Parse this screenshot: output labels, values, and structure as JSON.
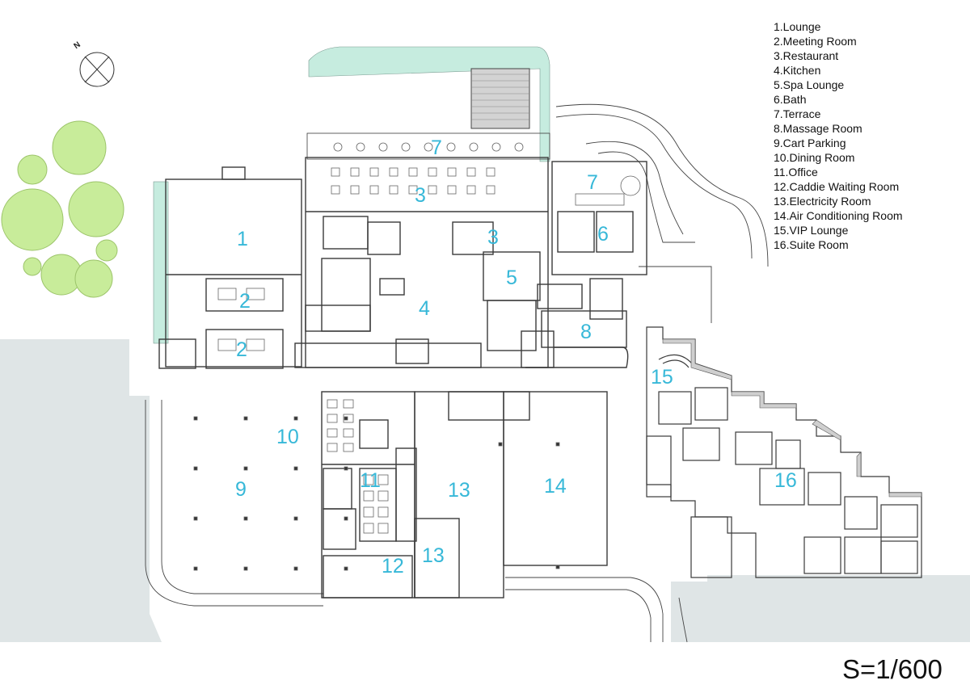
{
  "legend": [
    "1.Lounge",
    "2.Meeting Room",
    "3.Restaurant",
    "4.Kitchen",
    "5.Spa Lounge",
    "6.Bath",
    "7.Terrace",
    "8.Massage Room",
    "9.Cart Parking",
    "10.Dining Room",
    "11.Office",
    "12.Caddie Waiting Room",
    "13.Electricity Room",
    "14.Air Conditioning Room",
    "15.VIP Lounge",
    "16.Suite Room"
  ],
  "scale": "S=1/600",
  "north_label": "N",
  "room_labels": [
    "1",
    "2",
    "2",
    "3",
    "3",
    "4",
    "5",
    "6",
    "7",
    "7",
    "8",
    "9",
    "10",
    "11",
    "12",
    "13",
    "13",
    "14",
    "15",
    "16"
  ],
  "colors": {
    "room_label": "#37b8d8",
    "ground": "#dfe5e6",
    "lawn": "#c6ecdf",
    "tree": "#c8ec9a",
    "wall": "#3a3a3a"
  }
}
